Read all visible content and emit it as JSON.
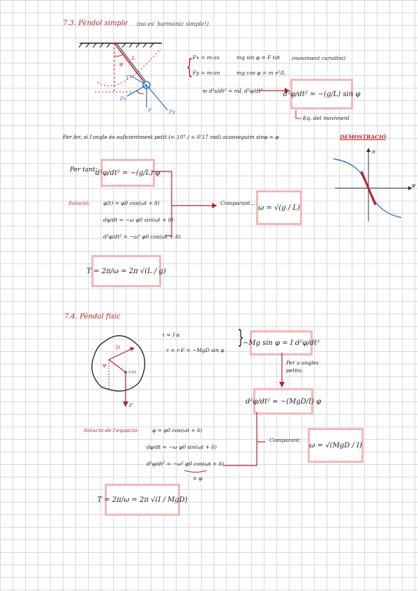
{
  "sec1": {
    "heading": "7.3. Pèndol simple",
    "heading_note": "(no es' harmònic simple!)",
    "fig_labels": {
      "L": "L",
      "phi": "φ",
      "T": "T",
      "Px": "Px",
      "P": "P",
      "Py": "Py"
    },
    "forces": {
      "fx": "Fx = m·ax",
      "fx_rhs": "mg sin φ = F tot",
      "fx_note": "(moviment curvilini)",
      "fy": "Fy = m·an",
      "fy_rhs": "mg cos φ = m v²/L",
      "newton": "m d²s/dt² = mL d²φ/dt²"
    },
    "eq_box": "d²φ/dt² = −(g/L) sin φ",
    "eq_note": "Eq. del moviment",
    "small_angle": "Per fer, si l'angle és suficientment petit (< 10° / < 0'17 rad) aconseguim sinφ ≈ φ",
    "demo_label": "DEMOSTRACIÓ",
    "graph": {
      "y_label": "π",
      "x_label": "φ"
    },
    "per_tant": "Per tant:",
    "eq2_box": "d²φ/dt² = −(g/L) φ",
    "solucio": "Solució:",
    "sol": [
      "φ(t) = φ0 cos(ωt + δ)",
      "dφ/dt = −ω φ0 sin(ωt + δ)",
      "d²φ/dt² = −ω² φ0 cos(ωt + δ)"
    ],
    "comparant": "Comparant...",
    "omega_box": "ω = √(g / L)",
    "period_box": "T = 2π/ω = 2π √(L / g)"
  },
  "sec2": {
    "heading": "7.4. Pèndol físic",
    "torque": [
      "τ = I·α",
      "τ = r·F = −MgD sin φ"
    ],
    "eq1_box": "−Mg sin φ = I d²φ/dt²",
    "small_note": "Per a angles petits:",
    "eq2_box": "d²φ/dt² ≈ −(MgD/I) φ",
    "fig_labels": {
      "D": "D",
      "phi": "φ",
      "cm": "cm",
      "P": "P"
    },
    "solucio": "Solució de l'equació:",
    "sol": [
      "φ = φ0 cos(ωt + δ)",
      "dφ/dt = −ω φ0 sin(ωt + δ)",
      "d²φ/dt² = −ω² φ0 cos(ωt + δ)"
    ],
    "eq_phi": "= φ",
    "comparant": "Comparant:",
    "omega_box": "ω = √(MgD / I)",
    "period_box": "T = 2π/ω = 2π √(I / MgD)"
  },
  "colors": {
    "ink": "#1b1b1b",
    "red": "#b3262b",
    "blue": "#2f78c4",
    "box_border": "#f2b8b8",
    "grid": "#d9d9d9"
  }
}
